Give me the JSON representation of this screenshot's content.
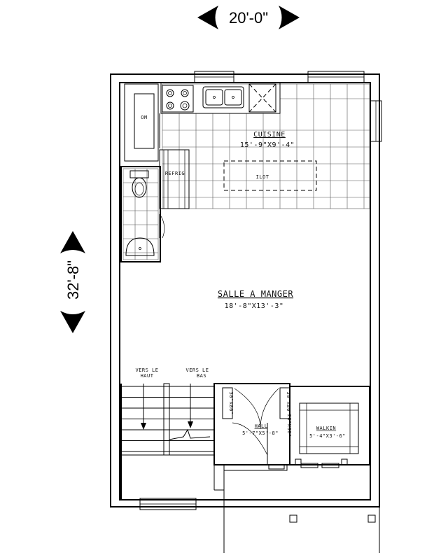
{
  "dimensions": {
    "width": "20'-0\"",
    "depth": "32'-8\""
  },
  "rooms": {
    "kitchen": {
      "name": "CUISINE",
      "size": "15'-9\"X9'-4\""
    },
    "island": "ILOT",
    "fridge": "REFRIG",
    "microwave": "OM",
    "dining": {
      "name": "SALLE A MANGER",
      "size": "18'-8\"X13'-3\""
    },
    "hall": {
      "name": "HALL",
      "size": "5'-7\"X5'-8\""
    },
    "walkin": {
      "name": "WALKIN",
      "size": "5'-4\"X3'-6\""
    }
  },
  "stairs": {
    "up_label_line1": "VERS LE",
    "up_label_line2": "HAUT",
    "down_label_line1": "VERS LE",
    "down_label_line2": "BAS"
  },
  "doors": {
    "hall_left": "30\"X80\"",
    "hall_right": "30\"X80\"",
    "walkin_door": "28\"X80\""
  }
}
